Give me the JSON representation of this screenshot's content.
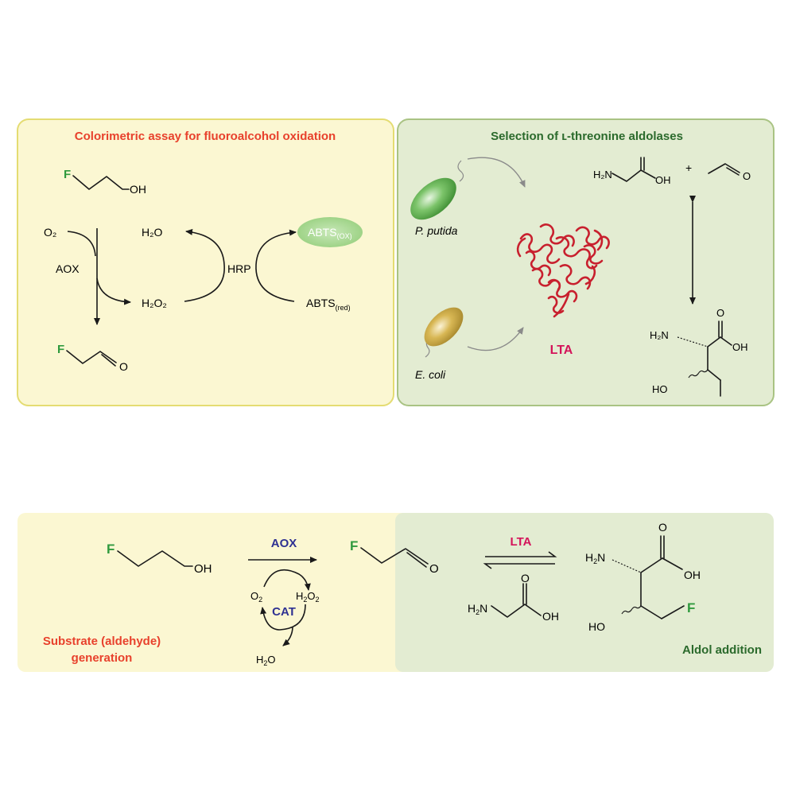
{
  "top_left": {
    "title": "Colorimetric assay for fluoroalcohol oxidation",
    "F": "F",
    "OH": "OH",
    "O2": "O₂",
    "AOX": "AOX",
    "H2O": "H₂O",
    "H2O2": "H₂O₂",
    "HRP": "HRP",
    "abts_ox": "ABTS",
    "abts_ox_sub": "(OX)",
    "abts_red": "ABTS",
    "abts_red_sub": "(red)",
    "F2": "F",
    "O": "O"
  },
  "top_right": {
    "title": "Selection of ʟ-threonine aldolases",
    "p_putida": "P. putida",
    "e_coli": "E. coli",
    "LTA": "LTA",
    "H2N": "H₂N",
    "OH": "OH",
    "plus": "+",
    "O": "O",
    "H2N_prod": "H₂N",
    "O_prod": "O",
    "OH_prod": "OH",
    "HO_prod": "HO"
  },
  "bottom": {
    "substrate_label_1": "Substrate (aldehyde)",
    "substrate_label_2": "generation",
    "aldol_label": "Aldol addition",
    "F": "F",
    "OH": "OH",
    "AOX": "AOX",
    "O2": "O",
    "O2_sub": "2",
    "H2O2_a": "H",
    "H2O2_b": "2",
    "H2O2_c": "O",
    "H2O2_d": "2",
    "CAT": "CAT",
    "H2O_a": "H",
    "H2O_b": "2",
    "H2O_c": "O",
    "F_ald": "F",
    "O_ald": "O",
    "LTA": "LTA",
    "gly_H": "H",
    "gly_2": "2",
    "gly_N": "N",
    "gly_O": "O",
    "gly_OH": "OH",
    "prod_H": "H",
    "prod_2": "2",
    "prod_N": "N",
    "prod_O": "O",
    "prod_OH": "OH",
    "prod_HO": "HO",
    "prod_F": "F"
  },
  "colors": {
    "panel_yellow_bg": "#fbf7d2",
    "panel_yellow_border": "#e4dc72",
    "panel_green_bg": "#e3ecd2",
    "panel_green_border": "#a9c383",
    "title_red": "#e8412c",
    "title_green": "#2b6a2c",
    "fluorine_green": "#2f9a3d",
    "lta_red": "#d4145a",
    "enzyme_blue": "#2e3192"
  }
}
